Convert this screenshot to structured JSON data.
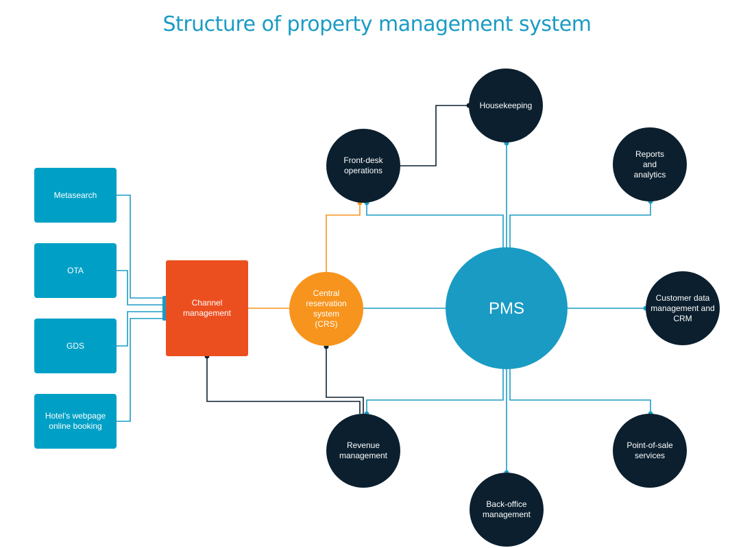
{
  "title": "Structure of property management system",
  "colors": {
    "accent": "#1a9bc4",
    "source": "#00a0c6",
    "channel": "#ec4f1f",
    "crs": "#f7941d",
    "module": "#0b1f2e",
    "dark_line": "#0b1f2e"
  },
  "sources": [
    {
      "label": "Metasearch"
    },
    {
      "label": "OTA"
    },
    {
      "label": "GDS"
    },
    {
      "label": "Hotel's webpage\nonline booking"
    }
  ],
  "channel": {
    "label": "Channel\nmanagement"
  },
  "crs": {
    "label": "Central\nreservation\nsystem\n(CRS)"
  },
  "pms": {
    "label": "PMS"
  },
  "modules": {
    "front_desk": {
      "label": "Front-desk\noperations"
    },
    "housekeeping": {
      "label": "Housekeeping"
    },
    "reports": {
      "label": "Reports\nand\nanalytics"
    },
    "customer_data": {
      "label": "Customer data\nmanagement and\nCRM"
    },
    "point_of_sale": {
      "label": "Point-of-sale\nservices"
    },
    "back_office": {
      "label": "Back-office\nmanagement"
    },
    "revenue": {
      "label": "Revenue\nmanagement"
    }
  }
}
